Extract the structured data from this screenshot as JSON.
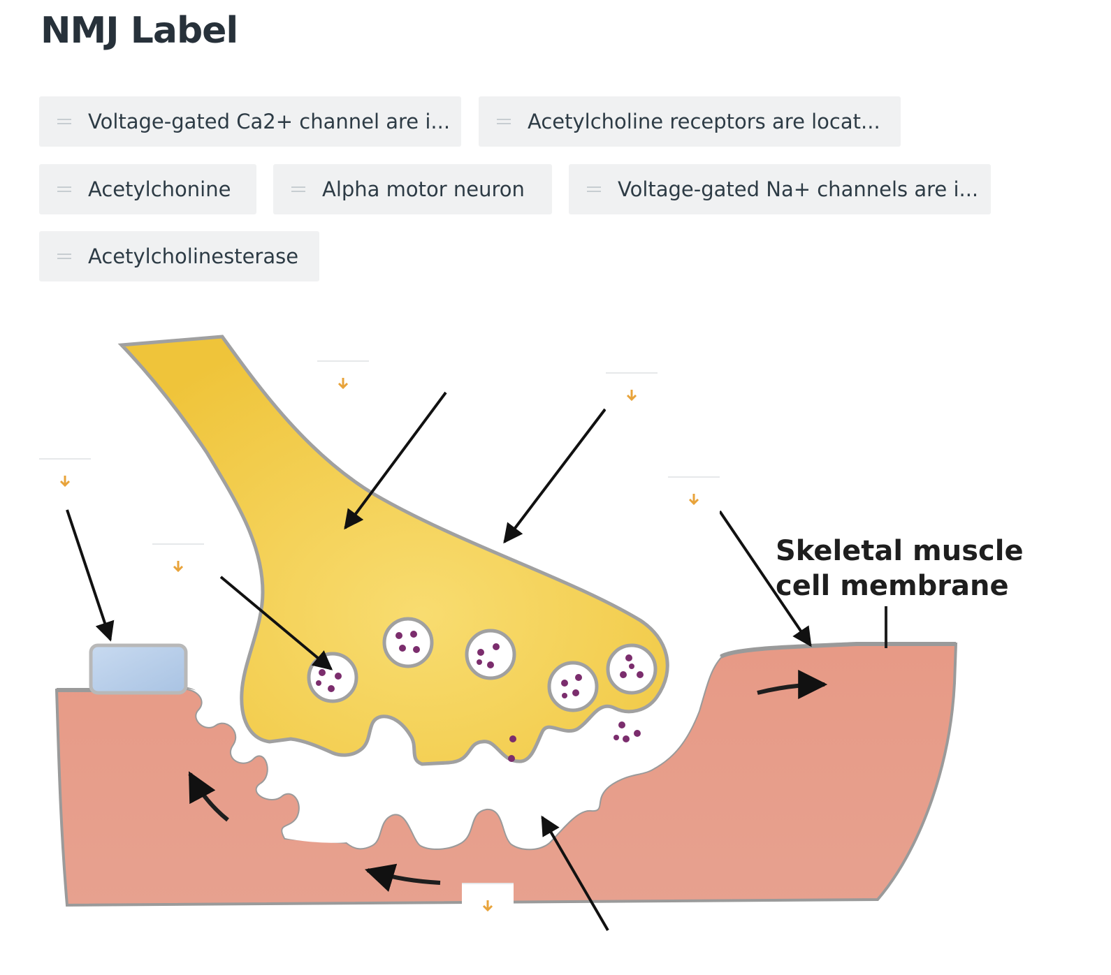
{
  "page": {
    "title": "NMJ Label"
  },
  "answer_bank": [
    {
      "label": "Voltage-gated Ca2+ channel are i..."
    },
    {
      "label": "Acetylcholine receptors are locat..."
    },
    {
      "label": "Acetylchonine"
    },
    {
      "label": "Alpha motor neuron"
    },
    {
      "label": "Voltage-gated Na+ channels are i..."
    },
    {
      "label": "Acetylcholinesterase"
    }
  ],
  "diagram": {
    "image_label_line1": "Skeletal muscle",
    "image_label_line2": "cell membrane",
    "drop_zone_icon": "arrow-down-icon",
    "colors": {
      "accent": "#e8a33a",
      "neuron": "#f3cd45",
      "muscle": "#e08f7b",
      "vesicle_dot": "#7b2d6d"
    }
  }
}
